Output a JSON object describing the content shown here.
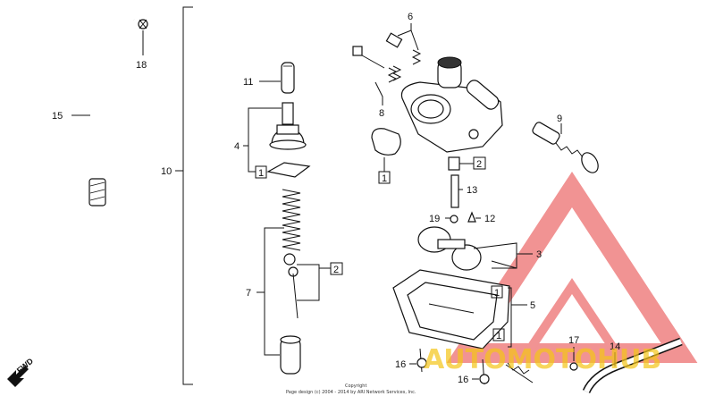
{
  "callouts": {
    "c15": "15",
    "c18": "18",
    "c10": "10",
    "c11": "11",
    "c4": "4",
    "c7": "7",
    "c6": "6",
    "c8": "8",
    "c9": "9",
    "c13": "13",
    "c19": "19",
    "c12": "12",
    "c3": "3",
    "c5": "5",
    "c17": "17",
    "c14": "14",
    "c16a": "16",
    "c16b": "16"
  },
  "boxed": {
    "b1a": "1",
    "b1b": "1",
    "b2a": "2",
    "b2b": "2",
    "b1c": "1",
    "b1d": "1"
  },
  "direction": "FWD",
  "copyright": {
    "line1": "Copyright",
    "line2": "Page design (c) 2004 - 2014 by ARI Network Services, Inc."
  },
  "watermark": {
    "text": "AUTOMOTOHUB",
    "color_yellow": "#f5c518",
    "color_dark": "#444444",
    "color_red": "#e63b3b"
  }
}
